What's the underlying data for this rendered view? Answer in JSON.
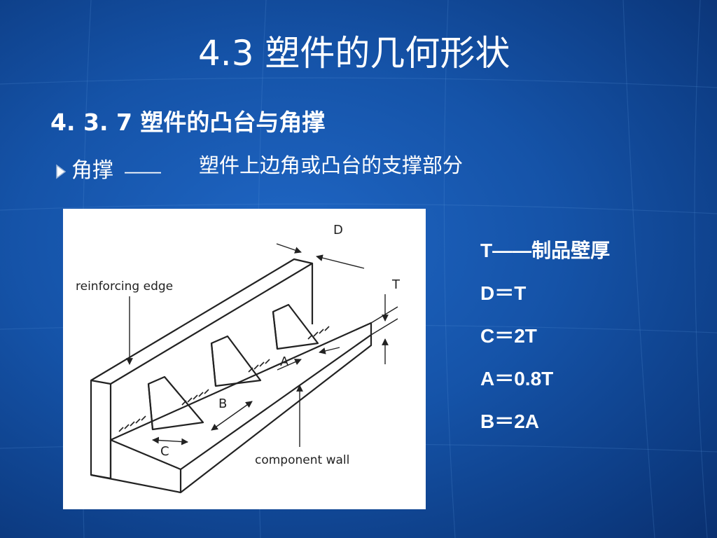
{
  "slide": {
    "title": "4.3 塑件的几何形状",
    "section_heading": "4. 3. 7  塑件的凸台与角撑",
    "bullet": {
      "icon": "triangle-bullet-icon",
      "term": "角撑",
      "dash": "——",
      "description": "塑件上边角或凸台的支撑部分"
    }
  },
  "figure": {
    "labels": {
      "reinforcing_edge": "reinforcing edge",
      "component_wall": "component wall",
      "D": "D",
      "T": "T",
      "A": "A",
      "B": "B",
      "C": "C"
    }
  },
  "formulas": [
    "T——制品壁厚",
    "D＝T",
    "C＝2T",
    "A＝0.8T",
    "B＝2A"
  ],
  "colors": {
    "background": "#1553a8",
    "text": "#ffffff",
    "figure_background": "#ffffff",
    "line_art": "#222222"
  }
}
